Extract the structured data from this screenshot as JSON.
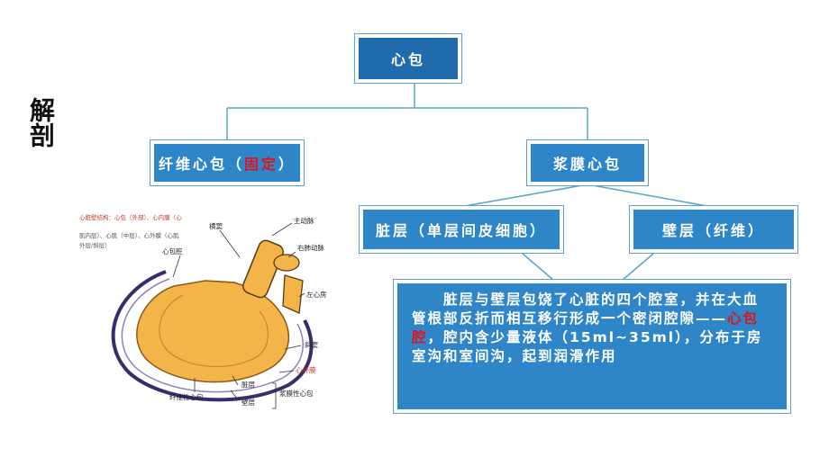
{
  "side_title": "解剖",
  "root": {
    "label": "心包"
  },
  "fibrous": {
    "prefix": "纤维心包（",
    "highlight": "固定",
    "suffix": "）"
  },
  "serous": {
    "label": "浆膜心包"
  },
  "visceral": {
    "label": "脏层（单层间皮细胞）"
  },
  "parietal": {
    "label": "壁层（纤维）"
  },
  "description": {
    "part1": "　　脏层与壁层包饶了心脏的四个腔室，并在大血管根部反折而相互移行形成一个密闭腔隙——",
    "highlight": "心包腔",
    "part2": "，腔内含少量液体（15ml~35ml），分布于房室沟和室间沟，起到润滑作用"
  },
  "figure": {
    "caption_line1": "心脏壁结构：心包（外部）、心内膜（心",
    "caption_line2": "肌内层）、心肌（中层）、心外膜（心肌",
    "caption_line3": "外层/斜层）",
    "labels": {
      "transverse_sinus": "横窦",
      "aorta": "主动脉",
      "pulmonary_artery": "右肺动脉",
      "pericardial_cavity": "心包腔",
      "left_atrium": "左心房",
      "oblique_sinus": "斜窦",
      "epicardium": "心外膜",
      "visceral_layer": "脏层",
      "parietal_layer": "壁层",
      "serous_pericardium": "浆膜性心包",
      "fibrous_pericardium": "纤维性心包"
    }
  },
  "colors": {
    "box_fill": "#2e86c8",
    "root_fill": "#1f6bab",
    "border": "#5aa3cf",
    "connector": "#5aa3cf",
    "highlight": "#e0141e",
    "heart_fill": "#f3b54a",
    "outer_membrane": "#3b2a6e"
  }
}
